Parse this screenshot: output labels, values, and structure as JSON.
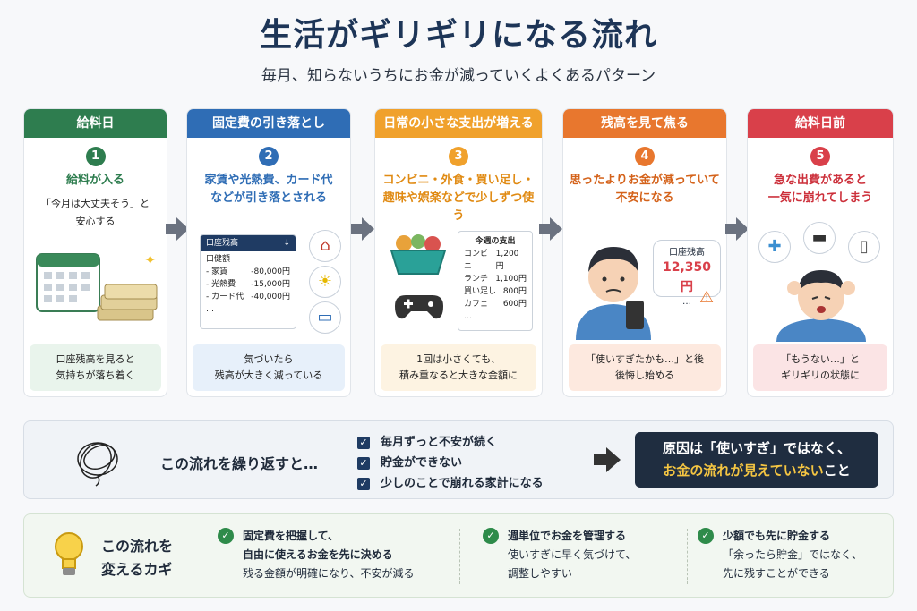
{
  "header": {
    "title": "生活がギリギリになる流れ",
    "subtitle": "毎月、知らないうちにお金が減っていくよくあるパターン"
  },
  "steps": [
    {
      "label": "給料日",
      "number": "1",
      "main": "給料が入る",
      "desc_lines": [
        "「今月は大丈夫そう」と",
        "安心する"
      ],
      "foot_lines": [
        "口座残高を見ると",
        "気持ちが落ち着く"
      ],
      "color": "#2e7d4f",
      "main_color": "#2e7d4f",
      "foot_bg": "#e9f4ec"
    },
    {
      "label": "固定費の引き落とし",
      "number": "2",
      "main_lines": [
        "家賃や光熱費、カード代",
        "などが引き落とされる"
      ],
      "foot_lines": [
        "気づいたら",
        "残高が大きく減っている"
      ],
      "color": "#2f6db5",
      "main_color": "#2f6db5",
      "foot_bg": "#e7f0fa",
      "statement": {
        "header": "口座残高",
        "sub": "口健額",
        "rows": [
          [
            "- 家賃",
            "-80,000円"
          ],
          [
            "- 光熱費",
            "-15,000円"
          ],
          [
            "- カード代",
            "-40,000円"
          ]
        ],
        "more": "…"
      }
    },
    {
      "label": "日常の小さな支出が増える",
      "number": "3",
      "main_lines": [
        "コンビニ・外食・買い足し・",
        "趣味や娯楽などで少しずつ使う"
      ],
      "foot_lines": [
        "1回は小さくても、",
        "積み重なると大きな金額に"
      ],
      "color": "#f0a12c",
      "main_color": "#e08a12",
      "foot_bg": "#fdf3e2",
      "receipt": {
        "title": "今週の支出",
        "rows": [
          [
            "コンビニ",
            "1,200円"
          ],
          [
            "ランチ",
            "1,100円"
          ],
          [
            "買い足し",
            "800円"
          ],
          [
            "カフェ",
            "600円"
          ]
        ],
        "more": "…"
      }
    },
    {
      "label": "残高を見て焦る",
      "number": "4",
      "main_lines": [
        "思ったよりお金が減っていて",
        "不安になる"
      ],
      "foot_lines": [
        "「使いすぎたかも…」と後",
        "後悔し始める"
      ],
      "color": "#e8772e",
      "main_color": "#d4621a",
      "foot_bg": "#fde9df",
      "balance": {
        "label": "口座残高",
        "amount": "12,350円",
        "more": "…"
      }
    },
    {
      "label": "給料日前",
      "number": "5",
      "main_lines": [
        "急な出費があると",
        "一気に崩れてしまう"
      ],
      "foot_lines": [
        "「もうない…」と",
        "ギリギリの状態に"
      ],
      "color": "#d9404a",
      "main_color": "#cc2f3a",
      "foot_bg": "#fbe4e5"
    }
  ],
  "loop": {
    "text": "この流れを繰り返すと…",
    "checks": [
      "毎月ずっと不安が続く",
      "貯金ができない",
      "少しのことで崩れる家計になる"
    ],
    "cause_line1": "原因は「使いすぎ」ではなく、",
    "cause_line2_highlight": "お金の流れが見えていない",
    "cause_line2_tail": "こと"
  },
  "keys": {
    "title_lines": [
      "この流れを",
      "変えるカギ"
    ],
    "tips": [
      {
        "lines": [
          "固定費を把握して、",
          "自由に使えるお金を先に決める",
          "残る金額が明確になり、不安が減る"
        ]
      },
      {
        "lines": [
          "週単位でお金を管理する",
          "使いすぎに早く気づけて、",
          "調整しやすい"
        ]
      },
      {
        "lines": [
          "少額でも先に貯金する",
          "「余ったら貯金」ではなく、",
          "先に残すことができる"
        ]
      }
    ]
  }
}
